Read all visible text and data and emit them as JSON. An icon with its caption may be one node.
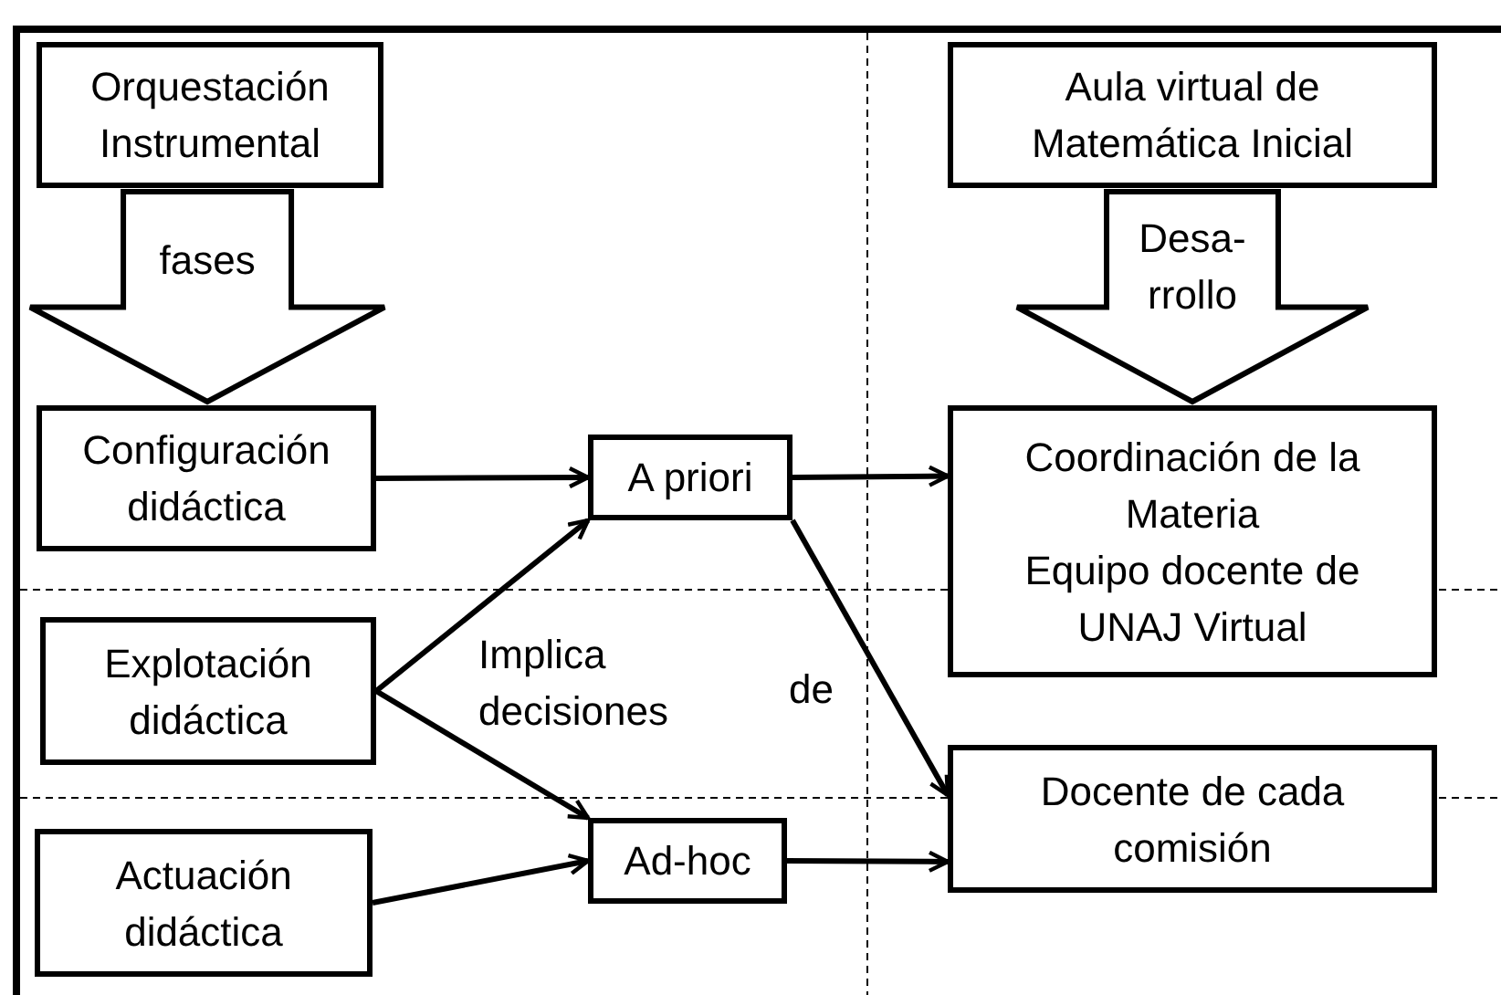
{
  "diagram": {
    "nodes": [
      {
        "text": [
          "Orquestación Instrumental"
        ]
      },
      {
        "text": [
          "Aula virtual de Matemática Inicial"
        ]
      },
      {
        "text": [
          "Configuración didáctica"
        ]
      },
      {
        "text": [
          "A priori"
        ]
      },
      {
        "text": [
          "Coordinación de la Materia",
          "Equipo docente de UNAJ Virtual"
        ]
      },
      {
        "text": [
          "Explotación didáctica"
        ]
      },
      {
        "text": [
          "Ad-hoc"
        ]
      },
      {
        "text": [
          "Docente de cada comisión"
        ]
      },
      {
        "text": [
          "Actuación didáctica"
        ]
      }
    ],
    "edges": [
      {
        "from": 0,
        "to": 2,
        "arrow": "to",
        "label": "fases",
        "style": "thick"
      },
      {
        "from": 1,
        "to": 4,
        "arrow": "to",
        "label": "Desa- rrollo",
        "style": "thick"
      },
      {
        "from": 2,
        "to": 3,
        "arrow": "to"
      },
      {
        "from": 5,
        "to": 3,
        "arrow": "to"
      },
      {
        "from": 5,
        "to": 6,
        "arrow": "to"
      },
      {
        "from": 8,
        "to": 6,
        "arrow": "to"
      },
      {
        "from": 3,
        "to": 4,
        "arrow": "to"
      },
      {
        "from": 3,
        "to": 7,
        "arrow": "to"
      },
      {
        "from": 6,
        "to": 7,
        "arrow": "to"
      }
    ],
    "labels": [
      "Implica decisiones",
      "de"
    ]
  }
}
